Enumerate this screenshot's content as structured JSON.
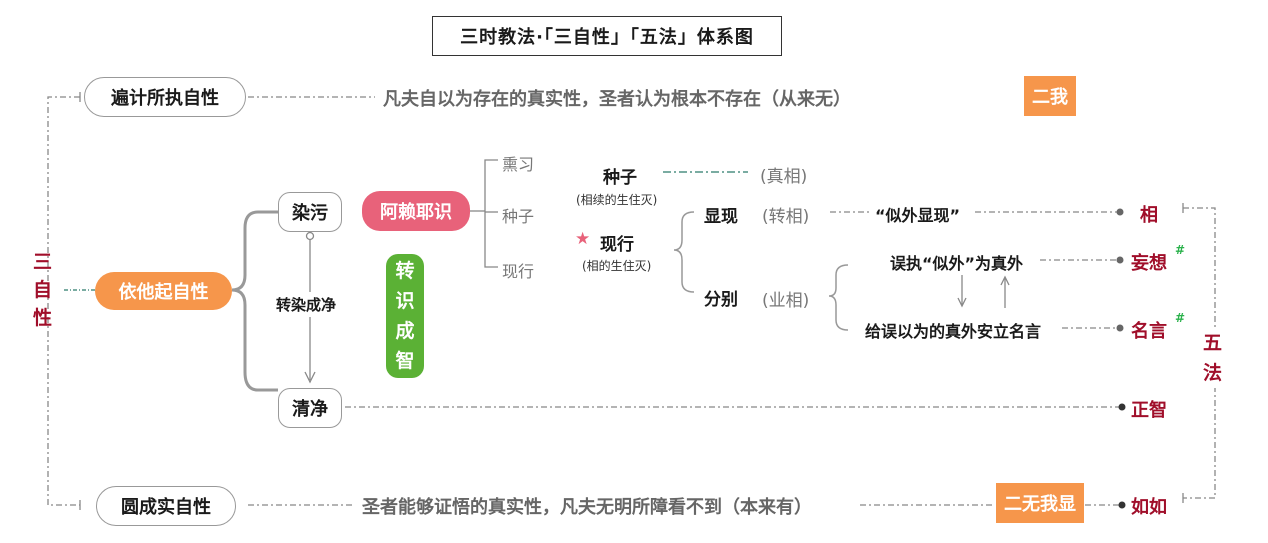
{
  "title": "三时教法·「三自性」「五法」体系图",
  "three_natures": {
    "label": [
      "三",
      "自",
      "性"
    ],
    "parikalpita": "遍计所执自性",
    "paratantra": "依他起自性",
    "parinispanna": "圆成实自性"
  },
  "descriptions": {
    "parikalpita_desc": "凡夫自以为存在的真实性，圣者认为根本不存在（从来无）",
    "parinispanna_desc": "圣者能够证悟的真实性，凡夫无明所障看不到（本来有）"
  },
  "two_self": "二我",
  "two_no_self": "二无我显",
  "defiled": "染污",
  "pure": "清净",
  "transform_label": "转染成净",
  "alaya": "阿赖耶识",
  "transform_wisdom": [
    "转",
    "识",
    "成",
    "智"
  ],
  "alaya_branches": [
    "熏习",
    "种子",
    "现行"
  ],
  "seed": {
    "label": "种子",
    "sub": "(相续的生住灭)",
    "tag": "(真相)"
  },
  "manifest": {
    "star": "★",
    "label": "现行",
    "sub": "(相的生住灭)"
  },
  "appear": {
    "label": "显现",
    "tag": "(转相)",
    "quote": "“似外显现”"
  },
  "discriminate": {
    "label": "分别",
    "tag": "(业相)"
  },
  "misgrasp": "误执“似外”为真外",
  "naming": "给误以为的真外安立名言",
  "five_dharmas": {
    "label": [
      "五",
      "法"
    ],
    "items": [
      "相",
      "妄想",
      "名言",
      "正智",
      "如如"
    ],
    "hash": "#"
  }
}
